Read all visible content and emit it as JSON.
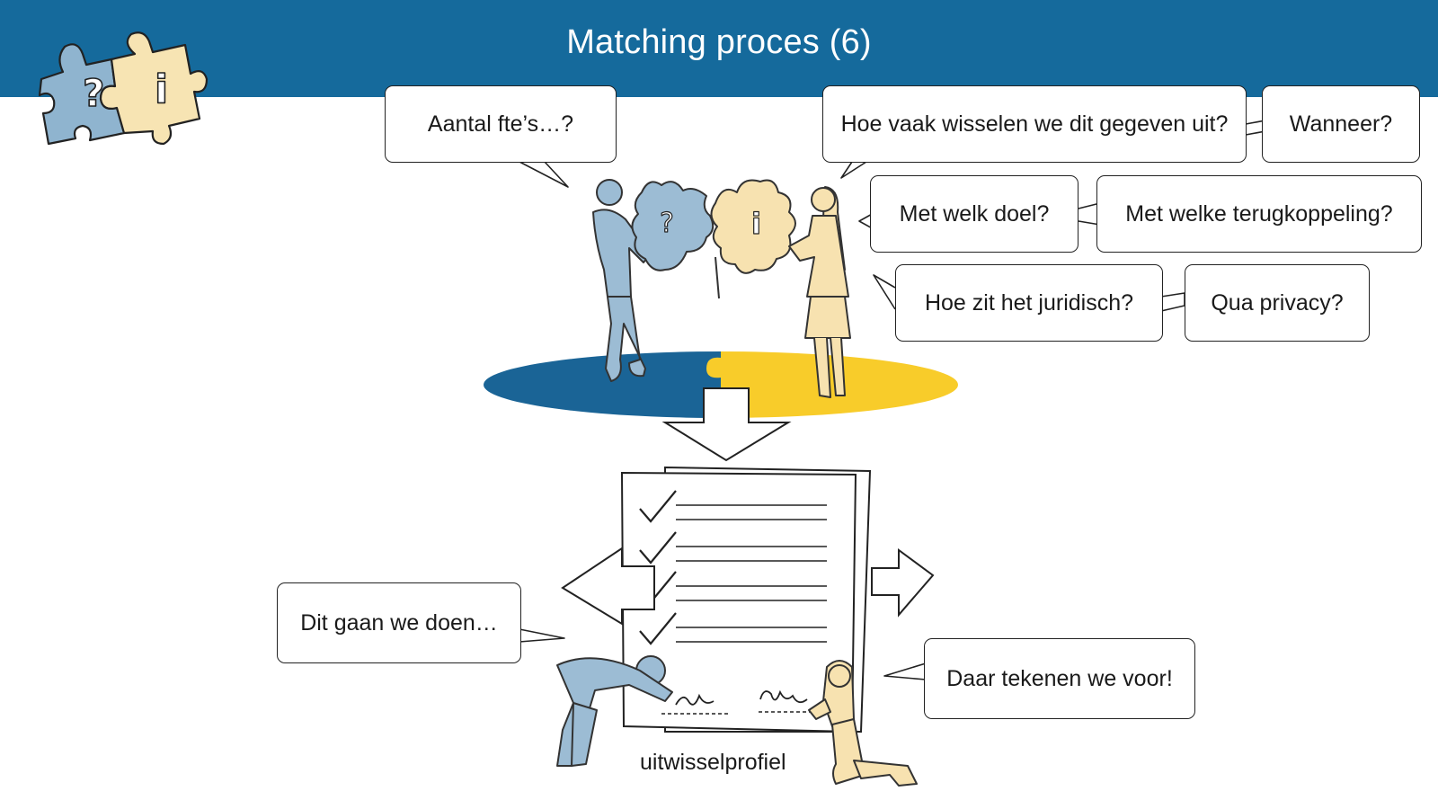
{
  "header": {
    "title": "Matching proces (6)"
  },
  "logo": {
    "left_piece_symbol": "?",
    "right_piece_symbol": "i",
    "left_color": "#8fb4cf",
    "right_color": "#f7e4b3"
  },
  "bubbles": {
    "aantal": "Aantal fte’s…?",
    "hoe_vaak": "Hoe vaak wisselen we dit gegeven uit?",
    "wanneer": "Wanneer?",
    "doel": "Met welk doel?",
    "terugkoppeling": "Met welke terugkoppeling?",
    "juridisch": "Hoe zit het juridisch?",
    "privacy": "Qua privacy?",
    "dit_gaan": "Dit gaan we doen…",
    "daar_tekenen": "Daar tekenen we voor!"
  },
  "document": {
    "label": "uitwisselprofiel",
    "checked_items": 4
  },
  "colors": {
    "header": "#156a9c",
    "blue": "#1a6496",
    "yellow": "#f8cc2a",
    "person_blue": "#9cbcd4",
    "person_yellow": "#f7e2b0"
  }
}
